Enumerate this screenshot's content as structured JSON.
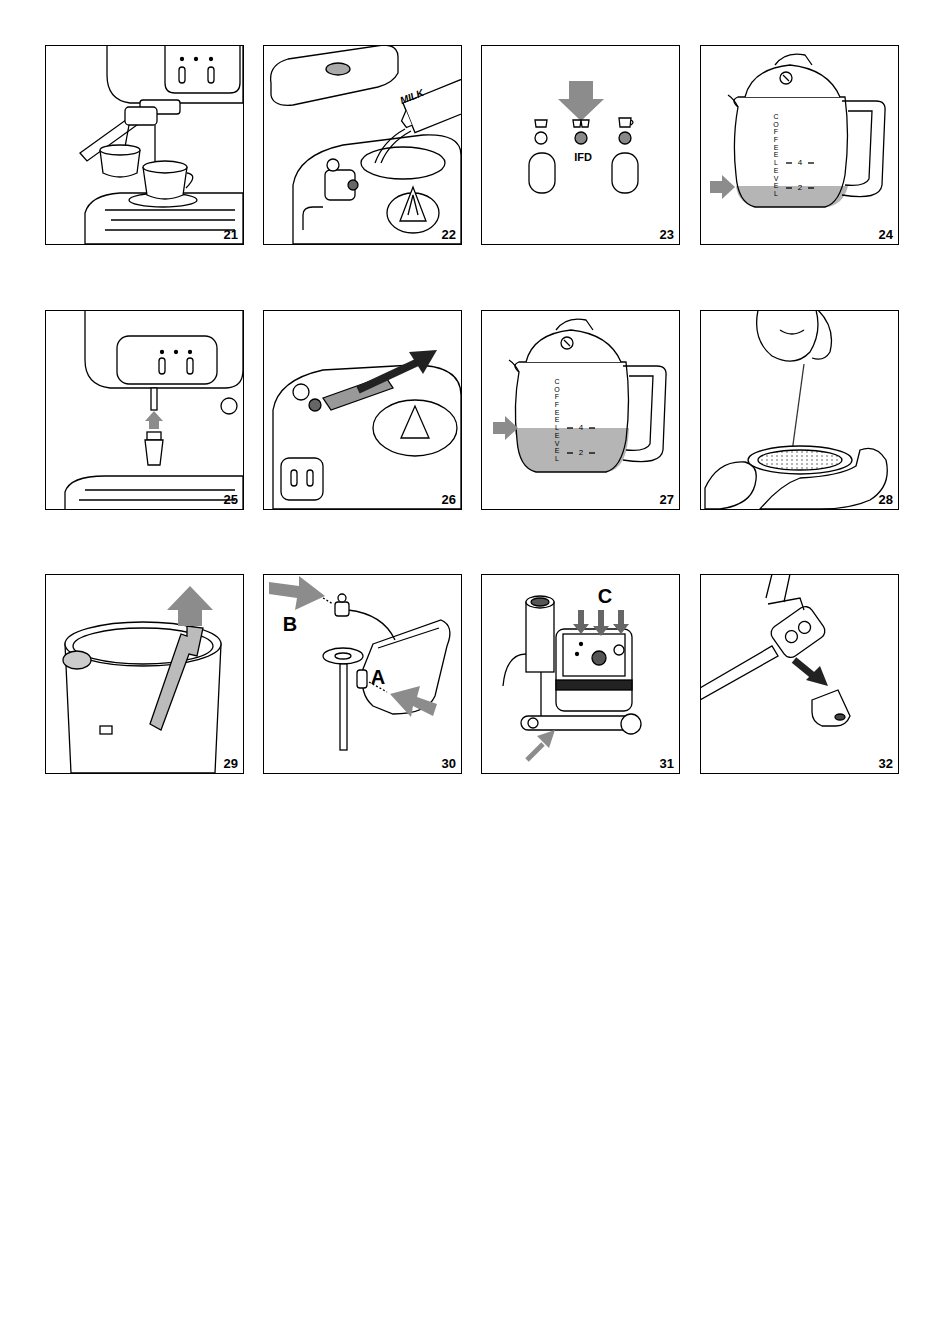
{
  "diagram": {
    "nodes": [
      {
        "text": [
          "21"
        ]
      },
      {
        "text": [
          "22"
        ]
      },
      {
        "text": [
          "23"
        ]
      },
      {
        "text": [
          "24"
        ]
      },
      {
        "text": [
          "25"
        ]
      },
      {
        "text": [
          "26"
        ]
      },
      {
        "text": [
          "27"
        ]
      },
      {
        "text": [
          "28"
        ]
      },
      {
        "text": [
          "29"
        ]
      },
      {
        "text": [
          "30"
        ]
      },
      {
        "text": [
          "31"
        ]
      },
      {
        "text": [
          "32"
        ]
      }
    ],
    "labels": [
      "MILK",
      "IFD",
      "COFFEE LEVEL",
      "4",
      "2",
      "COFFEE LEVEL",
      "4",
      "2",
      "B",
      "A",
      "C"
    ]
  }
}
